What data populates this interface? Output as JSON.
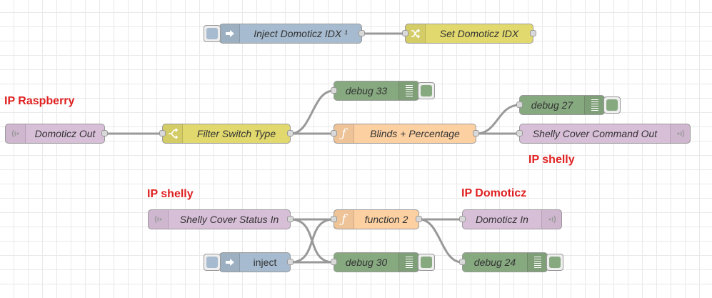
{
  "annotations": {
    "ip_raspberry": "IP Raspberry",
    "ip_shelly_top": "IP shelly",
    "ip_shelly_bottom": "IP shelly",
    "ip_domoticz": "IP Domoticz"
  },
  "nodes": {
    "inject_domoticz_idx": {
      "label": "Inject Domoticz IDX ¹",
      "type": "inject"
    },
    "set_domoticz_idx": {
      "label": "Set Domoticz IDX",
      "type": "change"
    },
    "domoticz_out": {
      "label": "Domoticz Out",
      "type": "mqtt in"
    },
    "filter_switch_type": {
      "label": "Filter Switch Type",
      "type": "switch"
    },
    "debug_33": {
      "label": "debug 33",
      "type": "debug"
    },
    "blinds_percentage": {
      "label": "Blinds + Percentage",
      "type": "function"
    },
    "debug_27": {
      "label": "debug 27",
      "type": "debug"
    },
    "shelly_cover_command_out": {
      "label": "Shelly Cover Command Out",
      "type": "mqtt out"
    },
    "shelly_cover_status_in": {
      "label": "Shelly Cover Status In",
      "type": "mqtt in"
    },
    "function_2": {
      "label": "function 2",
      "type": "function"
    },
    "domoticz_in": {
      "label": "Domoticz In",
      "type": "mqtt out"
    },
    "inject": {
      "label": "inject",
      "type": "inject"
    },
    "debug_30": {
      "label": "debug 30",
      "type": "debug"
    },
    "debug_24": {
      "label": "debug 24",
      "type": "debug"
    }
  },
  "colors": {
    "inject": "#a6bbcf",
    "change": "#e2d96e",
    "debug": "#87a980",
    "function": "#fdd0a2",
    "mqtt": "#d8bfd8",
    "annotation": "#e02020",
    "wire": "#999999",
    "debug_toggle": "#87a980",
    "inject_button": "#a6bbcf"
  },
  "icons": {
    "inject": "arrow-in-icon",
    "change": "shuffle-icon",
    "switch": "switch-icon",
    "function": "function-icon",
    "debug": "list-icon",
    "mqtt": "bridge-icon"
  }
}
